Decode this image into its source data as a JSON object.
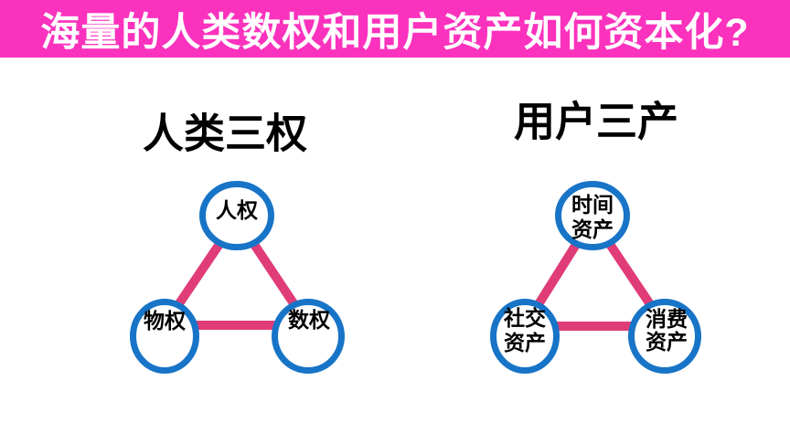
{
  "banner": {
    "title": "海量的人类数权和用户资产如何资本化?"
  },
  "sections": {
    "left": {
      "heading": "人类三权",
      "nodes": {
        "top": {
          "label": "人权"
        },
        "bottom_left": {
          "label": "物权"
        },
        "bottom_right": {
          "label": "数权"
        }
      }
    },
    "right": {
      "heading": "用户三产",
      "nodes": {
        "top": {
          "line1": "时间",
          "line2": "资产"
        },
        "bottom_left": {
          "line1": "社交",
          "line2": "资产"
        },
        "bottom_right": {
          "line1": "消费",
          "line2": "资产"
        }
      }
    }
  },
  "colors": {
    "banner_bg": "#FB32BD",
    "banner_text": "#FFFFFF",
    "node_border": "#1774C7",
    "node_fill": "#FFFFFF",
    "edge": "#E03C78",
    "label_text": "#000000"
  }
}
